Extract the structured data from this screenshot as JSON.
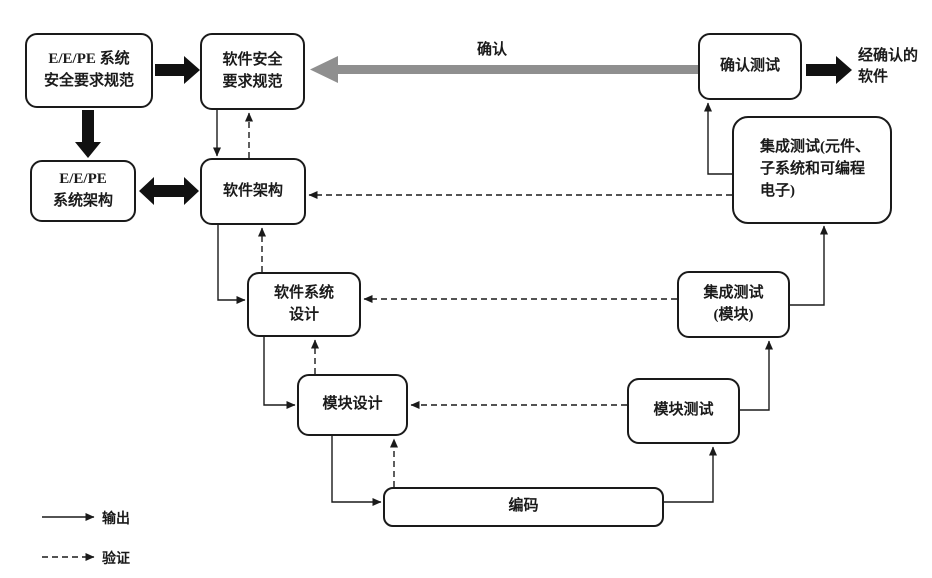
{
  "diagram": {
    "boxes": {
      "eepe_srs": "E/E/PE 系统\n安全要求规范",
      "eepe_arch": "E/E/PE\n系统架构",
      "sw_srs": "软件安全\n要求规范",
      "sw_arch": "软件架构",
      "sw_sys_design": "软件系统\n设计",
      "module_design": "模块设计",
      "coding": "编码",
      "module_test": "模块测试",
      "integration_test_module": "集成测试\n(模块)",
      "integration_test_pe": "集成测试(元件、\n子系统和可编程\n电子)",
      "validation_test": "确认测试"
    },
    "labels": {
      "validation_arrow": "确认",
      "validated_software": "经确认的\n软件"
    },
    "legend": {
      "output": "输出",
      "verification": "验证"
    },
    "colors": {
      "line": "#1a1a1a",
      "validation_arrow": "#8f8f8f",
      "background": "#ffffff"
    }
  }
}
